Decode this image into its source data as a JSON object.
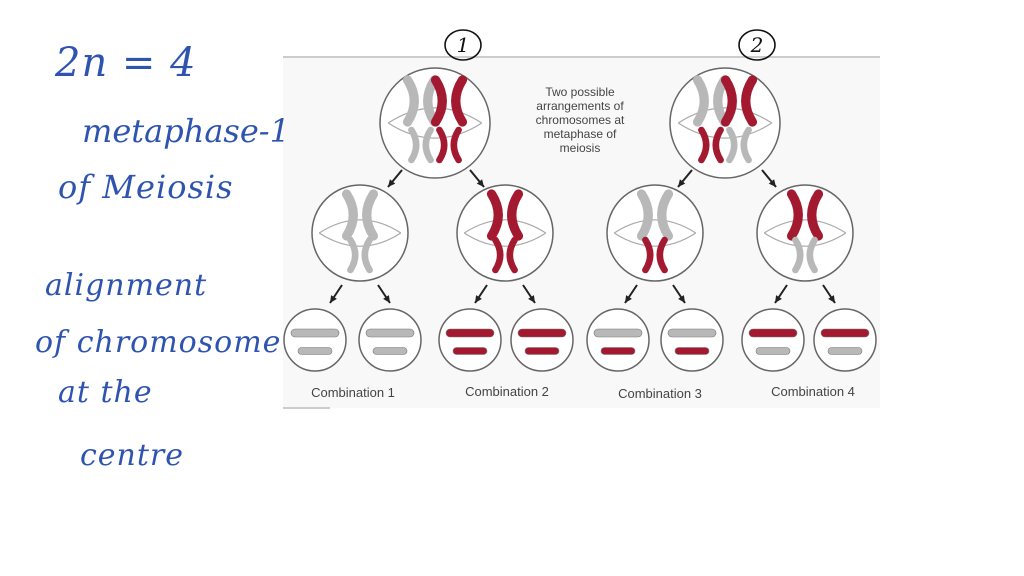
{
  "handwriting": {
    "line1": "2n = 4",
    "line2": "metaphase-1",
    "line3": "of Meiosis",
    "line4": "alignment",
    "line5": "of chromosome",
    "line6": "at the",
    "line7": "centre",
    "mark1": "1",
    "mark2": "2"
  },
  "diagram": {
    "caption": [
      "Two possible",
      "arrangements of",
      "chromosomes at",
      "metaphase of",
      "meiosis"
    ],
    "combinations": [
      "Combination 1",
      "Combination 2",
      "Combination 3",
      "Combination 4"
    ],
    "colors": {
      "gray": "#b8b8b8",
      "red": "#a3192f",
      "ink": "#2f54b0"
    },
    "metaphase_cells": [
      {
        "large": [
          "gray",
          "red"
        ],
        "small": [
          "gray",
          "red"
        ]
      },
      {
        "large": [
          "gray",
          "red"
        ],
        "small": [
          "red",
          "gray"
        ]
      }
    ],
    "daughter_cells": [
      {
        "large": "gray",
        "small": "gray"
      },
      {
        "large": "red",
        "small": "red"
      },
      {
        "large": "gray",
        "small": "red"
      },
      {
        "large": "red",
        "small": "gray"
      }
    ]
  }
}
